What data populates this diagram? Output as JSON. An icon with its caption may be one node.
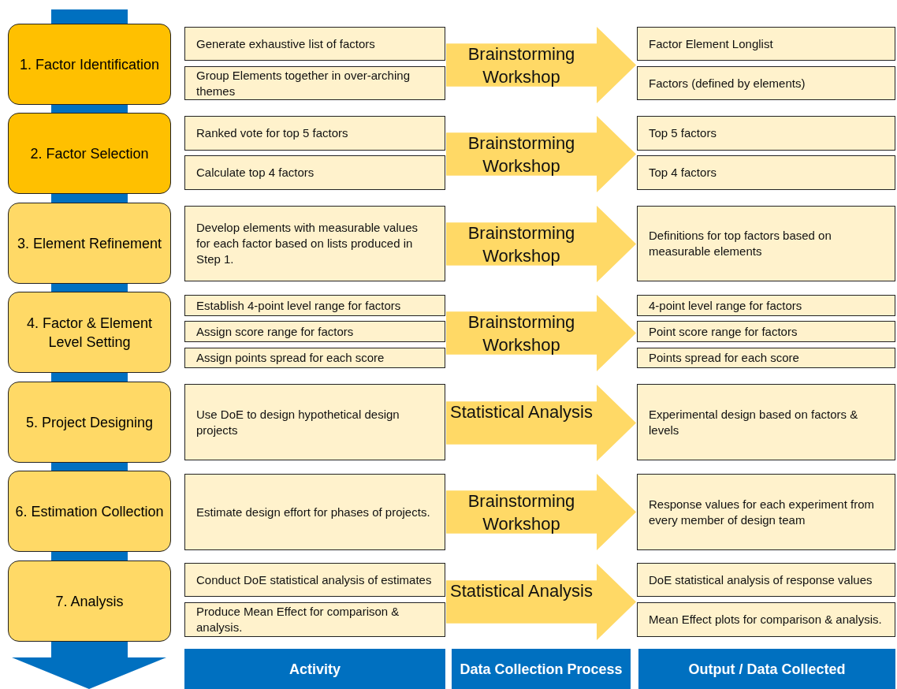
{
  "diagram": {
    "nodes": [
      {
        "text": [
          "1. Factor Identification"
        ]
      },
      {
        "text": [
          "Generate exhaustive list of factors"
        ]
      },
      {
        "text": [
          "Group Elements together in over-arching themes"
        ]
      },
      {
        "text": [
          "Factor Element Longlist"
        ]
      },
      {
        "text": [
          "Factors (defined by elements)"
        ]
      },
      {
        "text": [
          "2. Factor Selection"
        ]
      },
      {
        "text": [
          "Ranked vote for top 5 factors"
        ]
      },
      {
        "text": [
          "Calculate top 4 factors"
        ]
      },
      {
        "text": [
          "Top 5 factors"
        ]
      },
      {
        "text": [
          "Top 4 factors"
        ]
      },
      {
        "text": [
          "3. Element Refinement"
        ]
      },
      {
        "text": [
          "Develop elements with measurable values for each factor based on lists produced in Step 1."
        ]
      },
      {
        "text": [
          "Definitions for top factors based on measurable elements"
        ]
      },
      {
        "text": [
          "4. Factor & Element Level Setting"
        ]
      },
      {
        "text": [
          "Establish 4-point level range for factors"
        ]
      },
      {
        "text": [
          "Assign score range for factors"
        ]
      },
      {
        "text": [
          "Assign points spread for each score"
        ]
      },
      {
        "text": [
          "4-point level range for factors"
        ]
      },
      {
        "text": [
          "Point score range for factors"
        ]
      },
      {
        "text": [
          "Points spread for each score"
        ]
      },
      {
        "text": [
          "5. Project Designing"
        ]
      },
      {
        "text": [
          "Use DoE to design hypothetical design projects"
        ]
      },
      {
        "text": [
          "Experimental design based on factors & levels"
        ]
      },
      {
        "text": [
          "6. Estimation Collection"
        ]
      },
      {
        "text": [
          "Estimate design effort for phases of projects."
        ]
      },
      {
        "text": [
          "Response values for each experiment from every member of design team"
        ]
      },
      {
        "text": [
          "7. Analysis"
        ]
      },
      {
        "text": [
          "Conduct DoE statistical analysis of estimates"
        ]
      },
      {
        "text": [
          "Produce Mean Effect for comparison & analysis."
        ]
      },
      {
        "text": [
          "DoE statistical analysis of response values"
        ]
      },
      {
        "text": [
          "Mean Effect plots for comparison & analysis."
        ]
      },
      {
        "text": [
          "Activity"
        ]
      },
      {
        "text": [
          "Data Collection Process"
        ]
      },
      {
        "text": [
          "Output / Data Collected"
        ]
      }
    ],
    "edges": [
      {
        "from": 1,
        "to": 3,
        "arrow": "to",
        "label": "Brainstorming Workshop"
      },
      {
        "from": 2,
        "to": 4,
        "arrow": "to"
      },
      {
        "from": 6,
        "to": 8,
        "arrow": "to",
        "label": "Brainstorming Workshop"
      },
      {
        "from": 7,
        "to": 9,
        "arrow": "to"
      },
      {
        "from": 11,
        "to": 12,
        "arrow": "to",
        "label": "Brainstorming Workshop"
      },
      {
        "from": 14,
        "to": 17,
        "arrow": "to",
        "label": "Brainstorming Workshop"
      },
      {
        "from": 15,
        "to": 18,
        "arrow": "to"
      },
      {
        "from": 16,
        "to": 19,
        "arrow": "to"
      },
      {
        "from": 21,
        "to": 22,
        "arrow": "to",
        "label": "Statistical Analysis"
      },
      {
        "from": 24,
        "to": 25,
        "arrow": "to",
        "label": "Brainstorming Workshop"
      },
      {
        "from": 27,
        "to": 29,
        "arrow": "to",
        "label": "Statistical Analysis"
      },
      {
        "from": 28,
        "to": 30,
        "arrow": "to"
      }
    ]
  }
}
